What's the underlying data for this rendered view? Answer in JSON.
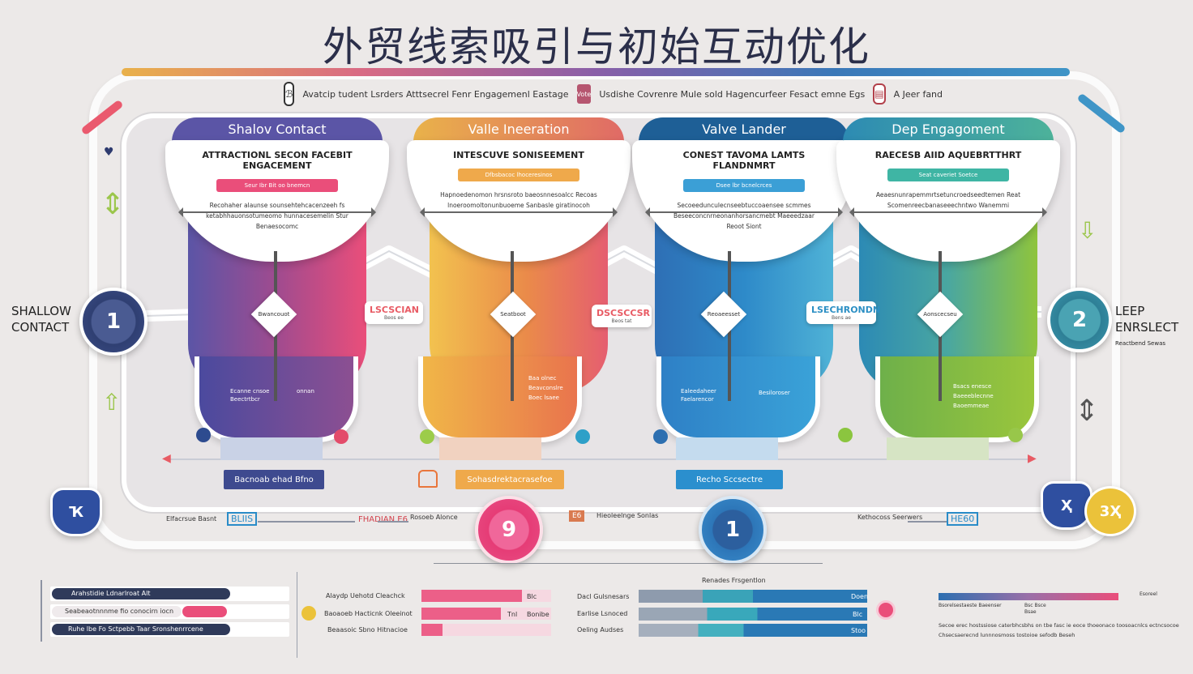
{
  "title": "外贸线索吸引与初始互动优化",
  "toolbar": {
    "left_icon": "ℬ",
    "left_text": "Avatcip tudent Lsrders Atttsecrel Fenr Engagemenl Eastage",
    "badge": "Vote",
    "middle_text": "Usdishe Covrenre Mule sold Hagencurfeer Fesact emne Egs",
    "right_text": "A Jeer fand"
  },
  "stages": [
    {
      "title": "Shalov Contact",
      "subtitle": "ATTRACTIONL SECON FACEBIT ENGACEMENT",
      "bar_text": "Seur Ibr Bit oo bnemcn",
      "desc": "Recohaher alaunse sounsehtehcacenzeeh fs ketabhhauonsotumeomo hunnacesemelin Stur Benaesocomc",
      "color": "#5b55a6",
      "accent": "#ea4e7a"
    },
    {
      "title": "Valle Ineeration",
      "subtitle": "INTESCUVE SONISEEMENT",
      "bar_text": "Dfbsbacoc lhoceresinos",
      "desc": "Hapnoedenomon hrsnsroto baeosnnesoalcc Recoas lnoeroomoltonunbuoeme Sanbasle giratinocoh",
      "color": "#e9a24a",
      "accent": "#e96070"
    },
    {
      "title": "Valve Lander",
      "subtitle": "CONEST TAVOMA LAMTS FLANDNMRT",
      "bar_text": "Dsee lbr bcnelcrces",
      "desc": "Secoeedunculecnseebtuccoaensee scmmes Beseeconcnrneonanhorsancmebt Maeeedzaar Reoot Siont",
      "color": "#2e8ac9",
      "accent": "#1b5f95"
    },
    {
      "title": "Dep Engagoment",
      "subtitle": "RAECESB AIID AQUEBRTTHRT",
      "bar_text": "Seat caveriet Soetce",
      "desc": "Aeaesnunrapemmrtsetuncroedseedtemen Reat Scomenreecbanaseeechntwo Wanemmi",
      "color": "#4aa7a0",
      "accent": "#8fc43c"
    }
  ],
  "diamonds": [
    "Bwancouot",
    "Seatboot",
    "Reoaeesset",
    "Aonscecseu"
  ],
  "tags": [
    {
      "text": "LSCSCIAN",
      "sub": "Beos ee",
      "color": "#e85b64"
    },
    {
      "text": "DSCSCCSR",
      "sub": "Beos tat",
      "color": "#e85b64"
    },
    {
      "text": "LSECHRONDN",
      "sub": "Bens ae",
      "color": "#2c8fc4"
    }
  ],
  "funnel_labels": [
    [
      "Ecanne cnsoe",
      "Beectrtbcr",
      "onnan"
    ],
    [
      "Baa olnec",
      "Beavconslre",
      "Boec lsaee"
    ],
    [
      "Ealeedaheer",
      "Faelarencor",
      "Besiloroser"
    ],
    [
      "Bsacs enesce",
      "Baeeeblecnne",
      "Baoemmeae"
    ]
  ],
  "left_circle": "1",
  "right_circle": "2",
  "left_label": [
    "SHALLOW",
    "CONTACT"
  ],
  "right_label": [
    "LEEP",
    "ENRSLECT"
  ],
  "right_label_sub": "Reactbend Sewas",
  "buttons": [
    {
      "text": "Bacnoab ehad Bfno",
      "color": "#3e4a8f"
    },
    {
      "text": "Sohasdrektacrasefoe",
      "color": "#efa94b"
    },
    {
      "text": "Recho Sccsectre",
      "color": "#2b8fce"
    }
  ],
  "bottom_circles": [
    {
      "text": "9",
      "color": "#e63c76"
    },
    {
      "text": "1",
      "color": "#2d76b8"
    }
  ],
  "corner_badges": [
    {
      "text": "Ҡ",
      "color": "#2f4fa0"
    },
    {
      "text": "Ҳ",
      "color": "#2f4fa0"
    },
    {
      "text": "3Ҳ",
      "color": "#ebc23a"
    }
  ],
  "bottom_row": {
    "left_a": "Elfacrsue Basnt",
    "left_badge": "BLIIS",
    "mid_a": "FHADIAN E6",
    "mid_b": "Rosoeb Alonce",
    "center_badge": "E6",
    "center_text": "Hieoleelnge Sonlas",
    "right_a": "Kethocoss Seerwers",
    "right_badge": "HE60"
  },
  "legend": {
    "items": [
      "Arahstidie Ldnarlroat Alt",
      "Seabeaotnnnme fio conocirn iocn",
      "Ruhe lbe Fo Sctpebb Taar Sronshenrrcene"
    ],
    "values": [
      0.82,
      0.38,
      0.62
    ]
  },
  "middle_bars": {
    "labels": [
      "Alaydp Uehotd Cleachck",
      "Baoaoeb Hacticnk Oleeinot",
      "Beaasoic Sbno Hitnacioe"
    ],
    "values": [
      0.9,
      0.75,
      0.2
    ],
    "right": [
      "Blc",
      "Tnl",
      "Bonibe"
    ]
  },
  "right_bars": {
    "labels": [
      "Dacl Gulsnesars",
      "Earlise Lsnoced",
      "Oeling Audses"
    ],
    "caption": "Renades Frsgentlon",
    "values": [
      [
        0.3,
        0.4,
        0.9
      ],
      [
        0.5,
        0.5,
        0.8
      ],
      [
        0.2,
        0.4,
        0.85
      ]
    ],
    "right": [
      "Doen",
      "Blc",
      "Stoo"
    ]
  },
  "far_right": {
    "caption": "Bsorelsestaeste Baeenser",
    "small_a": "Bsc Bsce",
    "small_b": "Bsae",
    "note_label": "Esoreel",
    "lines": [
      "Secoe erec hostssiose caterbhcsbhs on tbe fasc ie eoce thoeonaco toosoacnlcs ectncsocoe",
      "Chsecsaerecnd lunnnosmoss tostoioe sefodb Beseh"
    ]
  },
  "colors": {
    "purple": "#5b55a6",
    "orange": "#e9a24a",
    "blue": "#2e8ac9",
    "teal": "#4aa7a0",
    "pink": "#ea4e7a"
  }
}
